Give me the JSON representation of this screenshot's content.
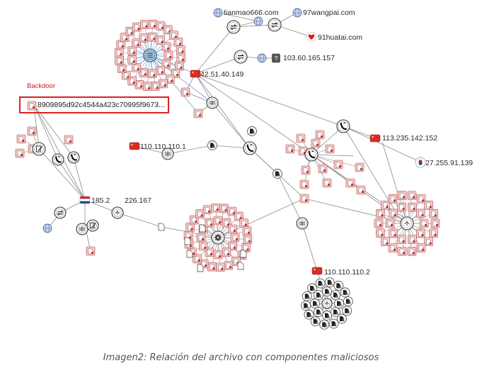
{
  "caption": "Imagen2: Relación del archivo con componentes maliciosos",
  "backdoor": {
    "tag": "Backdoor",
    "hash": "8909895d92c4544a423c70995f9673..."
  },
  "labels": {
    "ip_42": "42.51.40.149",
    "tianmao": "tianmao666.com",
    "wangpai": "97wangpai.com",
    "huatai": "91huatai.com",
    "ip_103": "103.60.165.157",
    "ip_113": "113.235.142.152",
    "ip_27": "27.255.91.139",
    "ip_110_1": "110.110.110.1",
    "ip_185": "185.2",
    "ip_185_tail": "226.167",
    "ip_110_2": "110.110.110.2"
  },
  "colors": {
    "edge": "#8a8a8a",
    "edge_highlight": "#6aa2d8",
    "file_fill": "#f2c8c8",
    "file_stroke": "#c24a4a",
    "hub_stroke": "#333333",
    "flag_red": "#d92b2b",
    "backdoor_red": "#e02020"
  },
  "icons": {
    "file": "malicious-file-icon",
    "hub": "network-hub-icon",
    "phone": "phone-call-icon",
    "exchange": "exchange-arrows-icon",
    "globe": "globe-icon",
    "heart": "heart-icon",
    "question": "unknown-question-icon",
    "flag_cn": "china-flag-icon",
    "flag_kr": "korea-flag-icon",
    "flag_nl": "netherlands-flag-icon"
  }
}
